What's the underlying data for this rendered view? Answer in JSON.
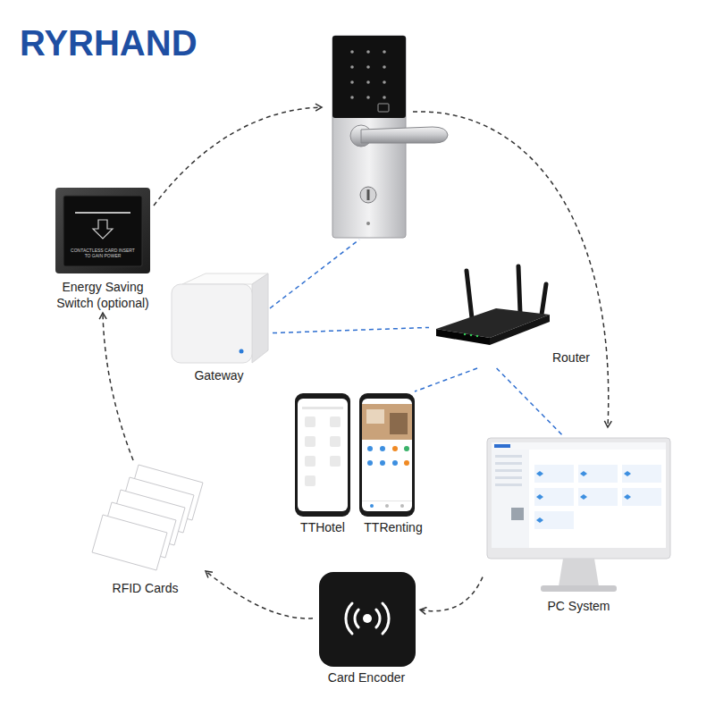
{
  "diagram": {
    "nodes": [
      {
        "text": [
          "Energy Saving Switch (optional)"
        ]
      },
      {
        "text": [
          "Gateway"
        ]
      },
      {
        "text": [
          "Router"
        ]
      },
      {
        "text": [
          "TTHotel"
        ]
      },
      {
        "text": [
          "TTRenting"
        ]
      },
      {
        "text": [
          "PC System"
        ]
      },
      {
        "text": [
          "RFID Cards"
        ]
      },
      {
        "text": [
          "Card Encoder"
        ]
      }
    ],
    "edges": [
      {
        "from": 1,
        "to": 2,
        "arrow": "none"
      },
      {
        "from": 2,
        "to": 4,
        "arrow": "none"
      },
      {
        "from": 2,
        "to": 5,
        "arrow": "none"
      },
      {
        "from": 5,
        "to": 7,
        "arrow": "to"
      },
      {
        "from": 7,
        "to": 6,
        "arrow": "to"
      },
      {
        "from": 6,
        "to": 0,
        "arrow": "to"
      }
    ],
    "labels": [
      "RYRHAND",
      "CONTACTLESS CARD INSERT TO GAIN POWER"
    ]
  }
}
